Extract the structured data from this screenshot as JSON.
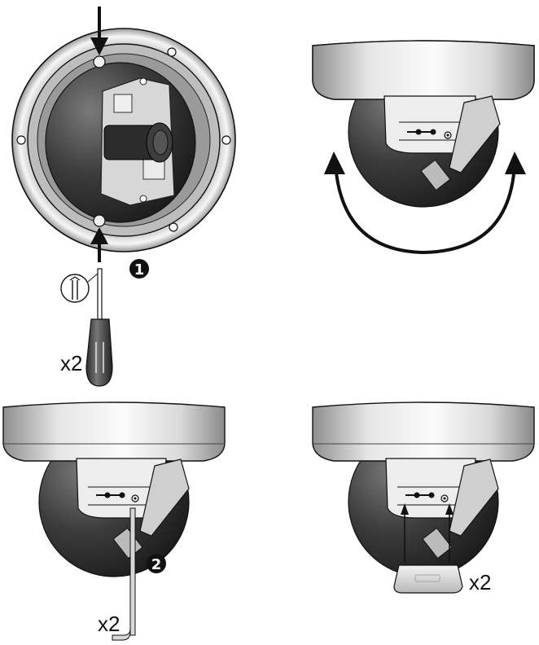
{
  "step_badges": {
    "step1": "1",
    "step2": "2"
  },
  "quantity_labels": {
    "screwdriver": "x2",
    "hex_key": "x2",
    "plug": "x2"
  },
  "colors": {
    "line": "#111111",
    "shell_light": "#f2f2f2",
    "shell_dark": "#8c8c8c",
    "ball": "#3a3a3a"
  }
}
